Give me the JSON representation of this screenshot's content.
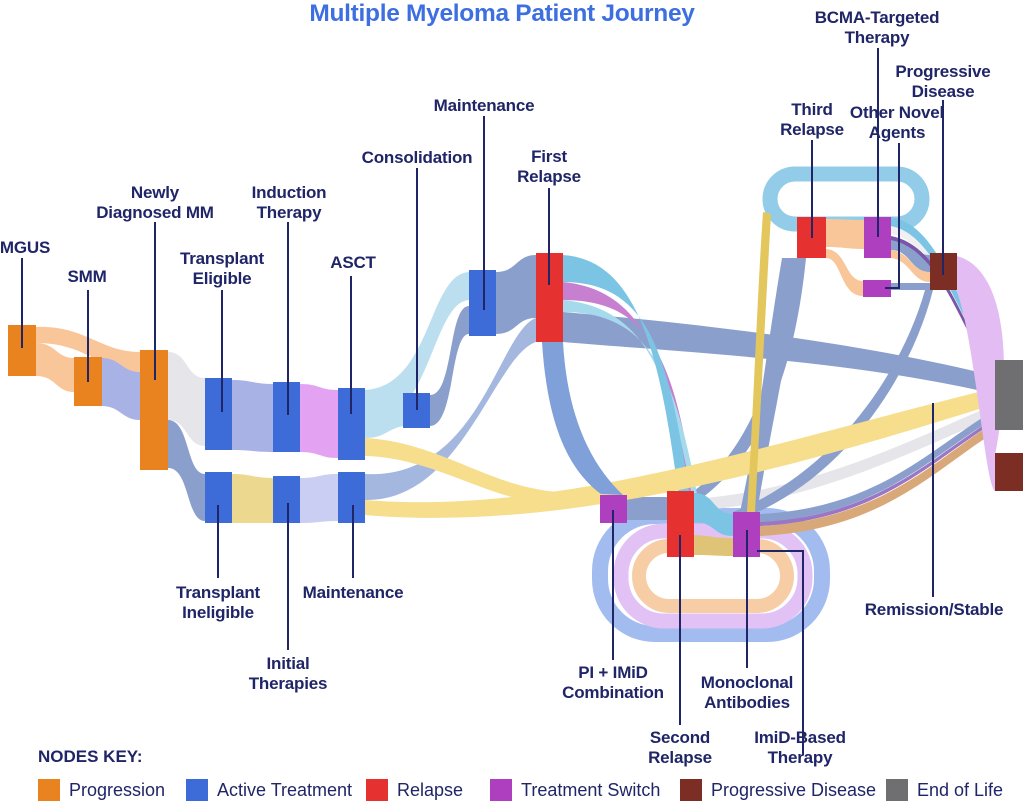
{
  "title": "Multiple Myeloma Patient Journey",
  "node_labels": {
    "mgus": "MGUS",
    "smm": "SMM",
    "ndmm": "Newly\nDiagnosed MM",
    "transplant_eligible": "Transplant\nEligible",
    "transplant_ineligible": "Transplant\nIneligible",
    "induction": "Induction\nTherapy",
    "initial": "Initial\nTherapies",
    "asct": "ASCT",
    "consolidation": "Consolidation",
    "maintenance_top": "Maintenance",
    "maintenance_bottom": "Maintenance",
    "first_relapse": "First\nRelapse",
    "pi_imid": "PI + IMiD\nCombination",
    "second_relapse": "Second\nRelapse",
    "monoclonal": "Monoclonal\nAntibodies",
    "imid_based": "ImiD-Based\nTherapy",
    "third_relapse": "Third\nRelapse",
    "bcma": "BCMA-Targeted\nTherapy",
    "other_novel": "Other Novel\nAgents",
    "progressive": "Progressive\nDisease",
    "remission": "Remission/Stable"
  },
  "legend": {
    "heading": "NODES KEY:",
    "items": [
      {
        "label": "Progression",
        "color": "#E8831F"
      },
      {
        "label": "Active Treatment",
        "color": "#3D6CD8"
      },
      {
        "label": "Relapse",
        "color": "#E53130"
      },
      {
        "label": "Treatment Switch",
        "color": "#AE3FBF"
      },
      {
        "label": "Progressive Disease",
        "color": "#7C2D24"
      },
      {
        "label": "End of Life",
        "color": "#6F6F71"
      }
    ]
  },
  "colors": {
    "title_blue": "#3E6FE1",
    "label_navy": "#1F2566",
    "node_orange": "#E8831F",
    "node_blue": "#3D6CD8",
    "node_red": "#E53130",
    "node_purple": "#AE3FBF",
    "node_maroon": "#7C2D24",
    "node_gray": "#6F6F71",
    "flow_peach": "#F9C69A",
    "flow_periwinkle": "#A9B2E4",
    "flow_lightgray": "#E6E5EA",
    "flow_whitegray": "#F0F0F3",
    "flow_slate": "#8B9FCC",
    "flow_lightslate": "#A3B7DF",
    "flow_orchid": "#E3A3F2",
    "flow_magenta": "#C77FD0",
    "flow_khaki": "#EDD88F",
    "flow_khaki_dark": "#DFC478",
    "flow_lightperiwinkle": "#C9CEF2",
    "flow_palecyan": "#BCDFEF",
    "flow_cyanlight": "#A5D9EC",
    "flow_sky": "#7BC4E4",
    "flow_ring_sky": "#92CCE8",
    "flow_yellow": "#F6DE8D",
    "flow_gold": "#E3C75C",
    "flow_cornflower": "#7FA0D8",
    "flow_darkpurple": "#7A55A8",
    "flow_purplethin": "#9B76C4",
    "flow_tan": "#D9A878",
    "flow_lavender": "#E2BCF2",
    "flow_ring_blue": "#A3BCF0",
    "flow_ring_lavender": "#E2C2F4",
    "flow_ring_peach": "#F6CDA5"
  },
  "diagram": {
    "type": "sankey",
    "nodes": [
      {
        "label": "MGUS",
        "category": "Progression"
      },
      {
        "label": "SMM",
        "category": "Progression"
      },
      {
        "label": "Newly Diagnosed MM",
        "category": "Progression"
      },
      {
        "label": "Transplant Eligible",
        "category": "Active Treatment"
      },
      {
        "label": "Transplant Ineligible",
        "category": "Active Treatment"
      },
      {
        "label": "Induction Therapy",
        "category": "Active Treatment"
      },
      {
        "label": "Initial Therapies",
        "category": "Active Treatment"
      },
      {
        "label": "ASCT",
        "category": "Active Treatment"
      },
      {
        "label": "Consolidation",
        "category": "Active Treatment"
      },
      {
        "label": "Maintenance",
        "category": "Active Treatment"
      },
      {
        "label": "First Relapse",
        "category": "Relapse"
      },
      {
        "label": "PI + IMiD Combination",
        "category": "Treatment Switch"
      },
      {
        "label": "Second Relapse",
        "category": "Relapse"
      },
      {
        "label": "Monoclonal Antibodies",
        "category": "Treatment Switch"
      },
      {
        "label": "ImiD-Based Therapy",
        "category": "Treatment Switch"
      },
      {
        "label": "Third Relapse",
        "category": "Relapse"
      },
      {
        "label": "BCMA-Targeted Therapy",
        "category": "Treatment Switch"
      },
      {
        "label": "Other Novel Agents",
        "category": "Treatment Switch"
      },
      {
        "label": "Progressive Disease",
        "category": "Progressive Disease"
      },
      {
        "label": "End of Life",
        "category": "End of Life"
      },
      {
        "label": "Remission/Stable",
        "category": "Outcome"
      }
    ],
    "links": [
      {
        "from": "MGUS",
        "to": "SMM",
        "color": "flow_peach"
      },
      {
        "from": "MGUS",
        "to": "Newly Diagnosed MM",
        "color": "flow_peach"
      },
      {
        "from": "SMM",
        "to": "Newly Diagnosed MM",
        "color": "flow_periwinkle"
      },
      {
        "from": "Newly Diagnosed MM",
        "to": "Transplant Eligible",
        "color": "flow_lightgray"
      },
      {
        "from": "Newly Diagnosed MM",
        "to": "Transplant Ineligible",
        "color": "flow_slate"
      },
      {
        "from": "Transplant Eligible",
        "to": "Induction Therapy",
        "color": "flow_periwinkle"
      },
      {
        "from": "Induction Therapy",
        "to": "ASCT",
        "color": "flow_orchid"
      },
      {
        "from": "Transplant Ineligible",
        "to": "Initial Therapies",
        "color": "flow_khaki"
      },
      {
        "from": "Initial Therapies",
        "to": "Maintenance",
        "color": "flow_lightperiwinkle"
      },
      {
        "from": "ASCT",
        "to": "Consolidation",
        "color": "flow_palecyan"
      },
      {
        "from": "ASCT",
        "to": "Maintenance",
        "color": "flow_palecyan"
      },
      {
        "from": "Consolidation",
        "to": "Maintenance",
        "color": "flow_slate"
      },
      {
        "from": "Maintenance",
        "to": "First Relapse",
        "color": "flow_slate"
      },
      {
        "from": "First Relapse",
        "to": "Second Relapse",
        "color": "flow_sky"
      },
      {
        "from": "First Relapse",
        "to": "PI + IMiD Combination",
        "color": "flow_cornflower"
      },
      {
        "from": "First Relapse",
        "to": "End of Life",
        "color": "flow_slate"
      },
      {
        "from": "PI + IMiD Combination",
        "to": "Second Relapse",
        "color": "flow_slate"
      },
      {
        "from": "Second Relapse",
        "to": "Monoclonal Antibodies",
        "color": "flow_sky"
      },
      {
        "from": "Second Relapse",
        "to": "Third Relapse",
        "color": "flow_slate"
      },
      {
        "from": "Monoclonal Antibodies",
        "to": "End of Life",
        "color": "flow_tan"
      },
      {
        "from": "Third Relapse",
        "to": "BCMA-Targeted Therapy",
        "color": "flow_peach"
      },
      {
        "from": "Third Relapse",
        "to": "Other Novel Agents",
        "color": "flow_peach"
      },
      {
        "from": "BCMA-Targeted Therapy",
        "to": "Progressive Disease",
        "color": "flow_slate"
      },
      {
        "from": "Progressive Disease",
        "to": "End of Life",
        "color": "flow_lavender"
      },
      {
        "from": "Maintenance",
        "to": "Remission/Stable",
        "color": "flow_yellow"
      }
    ]
  }
}
